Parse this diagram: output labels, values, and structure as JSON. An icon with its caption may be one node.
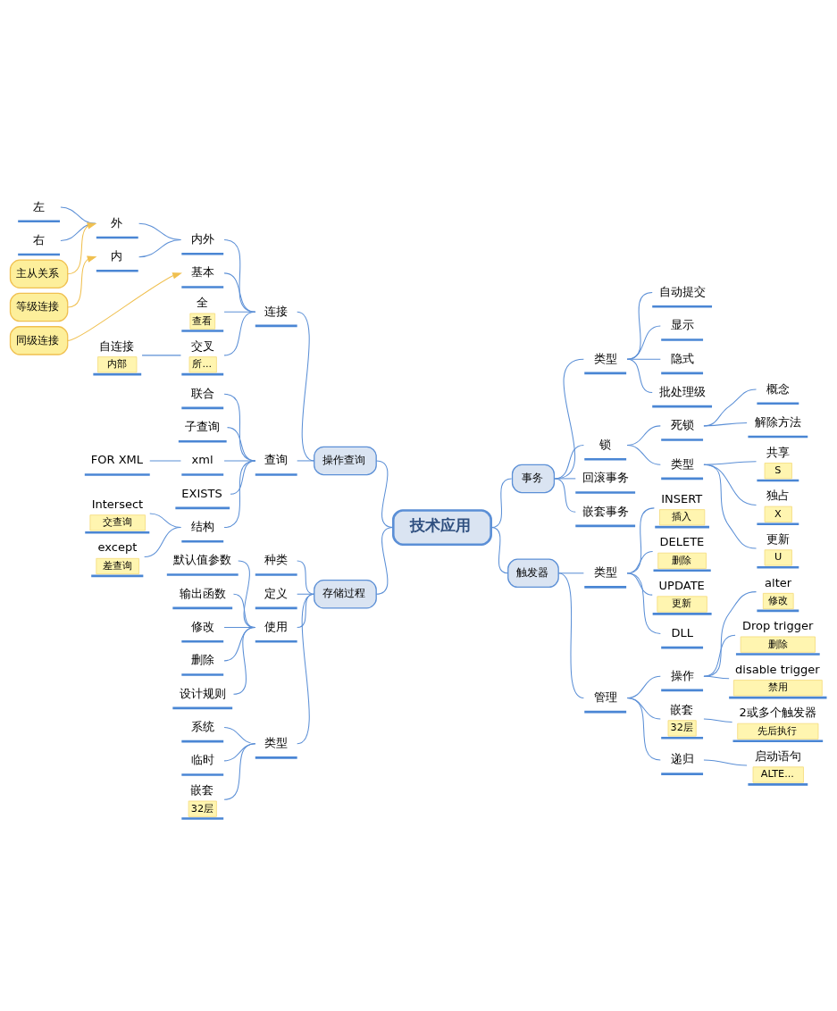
{
  "diagram": {
    "nodes": [
      {
        "text": [
          "技术应用"
        ]
      },
      {
        "text": [
          "操作查询"
        ]
      },
      {
        "text": [
          "连接"
        ]
      },
      {
        "text": [
          "内外"
        ]
      },
      {
        "text": [
          "外"
        ]
      },
      {
        "text": [
          "左"
        ]
      },
      {
        "text": [
          "右"
        ]
      },
      {
        "text": [
          "内"
        ]
      },
      {
        "text": [
          "基本"
        ]
      },
      {
        "text": [
          "全",
          "查看"
        ]
      },
      {
        "text": [
          "交叉",
          "所..."
        ]
      },
      {
        "text": [
          "自连接",
          "内部"
        ]
      },
      {
        "text": [
          "查询"
        ]
      },
      {
        "text": [
          "联合"
        ]
      },
      {
        "text": [
          "子查询"
        ]
      },
      {
        "text": [
          "xml"
        ]
      },
      {
        "text": [
          "FOR XML"
        ]
      },
      {
        "text": [
          "EXISTS"
        ]
      },
      {
        "text": [
          "结构"
        ]
      },
      {
        "text": [
          "Intersect",
          "交查询"
        ]
      },
      {
        "text": [
          "except",
          "差查询"
        ]
      },
      {
        "text": [
          "存储过程"
        ]
      },
      {
        "text": [
          "种类"
        ]
      },
      {
        "text": [
          "定义"
        ]
      },
      {
        "text": [
          "使用"
        ]
      },
      {
        "text": [
          "默认值参数"
        ]
      },
      {
        "text": [
          "输出函数"
        ]
      },
      {
        "text": [
          "修改"
        ]
      },
      {
        "text": [
          "删除"
        ]
      },
      {
        "text": [
          "设计规则"
        ]
      },
      {
        "text": [
          "类型"
        ]
      },
      {
        "text": [
          "系统"
        ]
      },
      {
        "text": [
          "临时"
        ]
      },
      {
        "text": [
          "嵌套",
          "32层"
        ]
      },
      {
        "text": [
          "事务"
        ]
      },
      {
        "text": [
          "类型"
        ]
      },
      {
        "text": [
          "自动提交"
        ]
      },
      {
        "text": [
          "显示"
        ]
      },
      {
        "text": [
          "隐式"
        ]
      },
      {
        "text": [
          "批处理级"
        ]
      },
      {
        "text": [
          "锁"
        ]
      },
      {
        "text": [
          "死锁"
        ]
      },
      {
        "text": [
          "概念"
        ]
      },
      {
        "text": [
          "解除方法"
        ]
      },
      {
        "text": [
          "类型"
        ]
      },
      {
        "text": [
          "共享",
          "S"
        ]
      },
      {
        "text": [
          "独占",
          "X"
        ]
      },
      {
        "text": [
          "更新",
          "U"
        ]
      },
      {
        "text": [
          "回滚事务"
        ]
      },
      {
        "text": [
          "嵌套事务"
        ]
      },
      {
        "text": [
          "触发器"
        ]
      },
      {
        "text": [
          "类型"
        ]
      },
      {
        "text": [
          "INSERT",
          "插入"
        ]
      },
      {
        "text": [
          "DELETE",
          "删除"
        ]
      },
      {
        "text": [
          "UPDATE",
          "更新"
        ]
      },
      {
        "text": [
          "DLL"
        ]
      },
      {
        "text": [
          "管理"
        ]
      },
      {
        "text": [
          "操作"
        ]
      },
      {
        "text": [
          "alter",
          "修改"
        ]
      },
      {
        "text": [
          "Drop trigger",
          "删除"
        ]
      },
      {
        "text": [
          "disable trigger",
          "禁用"
        ]
      },
      {
        "text": [
          "嵌套",
          "32层"
        ]
      },
      {
        "text": [
          "2或多个触发器",
          "先后执行"
        ]
      },
      {
        "text": [
          "递归"
        ]
      },
      {
        "text": [
          "启动语句",
          "ALTE..."
        ]
      },
      {
        "text": [
          "主从关系"
        ]
      },
      {
        "text": [
          "等级连接"
        ]
      },
      {
        "text": [
          "同级连接"
        ]
      }
    ],
    "edges": [
      {
        "from": 0,
        "to": 1,
        "arrow": "none"
      },
      {
        "from": 1,
        "to": 2,
        "arrow": "none"
      },
      {
        "from": 2,
        "to": 3,
        "arrow": "none"
      },
      {
        "from": 3,
        "to": 4,
        "arrow": "none"
      },
      {
        "from": 4,
        "to": 5,
        "arrow": "none"
      },
      {
        "from": 4,
        "to": 6,
        "arrow": "none"
      },
      {
        "from": 3,
        "to": 7,
        "arrow": "none"
      },
      {
        "from": 2,
        "to": 8,
        "arrow": "none"
      },
      {
        "from": 2,
        "to": 9,
        "arrow": "none"
      },
      {
        "from": 2,
        "to": 10,
        "arrow": "none"
      },
      {
        "from": 10,
        "to": 11,
        "arrow": "none"
      },
      {
        "from": 1,
        "to": 12,
        "arrow": "none"
      },
      {
        "from": 12,
        "to": 13,
        "arrow": "none"
      },
      {
        "from": 12,
        "to": 14,
        "arrow": "none"
      },
      {
        "from": 12,
        "to": 15,
        "arrow": "none"
      },
      {
        "from": 15,
        "to": 16,
        "arrow": "none"
      },
      {
        "from": 12,
        "to": 17,
        "arrow": "none"
      },
      {
        "from": 12,
        "to": 18,
        "arrow": "none"
      },
      {
        "from": 18,
        "to": 19,
        "arrow": "none"
      },
      {
        "from": 18,
        "to": 20,
        "arrow": "none"
      },
      {
        "from": 0,
        "to": 21,
        "arrow": "none"
      },
      {
        "from": 21,
        "to": 22,
        "arrow": "none"
      },
      {
        "from": 21,
        "to": 23,
        "arrow": "none"
      },
      {
        "from": 21,
        "to": 24,
        "arrow": "none"
      },
      {
        "from": 24,
        "to": 25,
        "arrow": "none"
      },
      {
        "from": 24,
        "to": 26,
        "arrow": "none"
      },
      {
        "from": 24,
        "to": 27,
        "arrow": "none"
      },
      {
        "from": 24,
        "to": 28,
        "arrow": "none"
      },
      {
        "from": 24,
        "to": 29,
        "arrow": "none"
      },
      {
        "from": 21,
        "to": 30,
        "arrow": "none"
      },
      {
        "from": 30,
        "to": 31,
        "arrow": "none"
      },
      {
        "from": 30,
        "to": 32,
        "arrow": "none"
      },
      {
        "from": 30,
        "to": 33,
        "arrow": "none"
      },
      {
        "from": 0,
        "to": 34,
        "arrow": "none"
      },
      {
        "from": 34,
        "to": 35,
        "arrow": "none"
      },
      {
        "from": 35,
        "to": 36,
        "arrow": "none"
      },
      {
        "from": 35,
        "to": 37,
        "arrow": "none"
      },
      {
        "from": 35,
        "to": 38,
        "arrow": "none"
      },
      {
        "from": 35,
        "to": 39,
        "arrow": "none"
      },
      {
        "from": 34,
        "to": 40,
        "arrow": "none"
      },
      {
        "from": 40,
        "to": 41,
        "arrow": "none"
      },
      {
        "from": 41,
        "to": 42,
        "arrow": "none"
      },
      {
        "from": 41,
        "to": 43,
        "arrow": "none"
      },
      {
        "from": 40,
        "to": 44,
        "arrow": "none"
      },
      {
        "from": 44,
        "to": 45,
        "arrow": "none"
      },
      {
        "from": 44,
        "to": 46,
        "arrow": "none"
      },
      {
        "from": 44,
        "to": 47,
        "arrow": "none"
      },
      {
        "from": 34,
        "to": 48,
        "arrow": "none"
      },
      {
        "from": 34,
        "to": 49,
        "arrow": "none"
      },
      {
        "from": 0,
        "to": 50,
        "arrow": "none"
      },
      {
        "from": 50,
        "to": 51,
        "arrow": "none"
      },
      {
        "from": 51,
        "to": 52,
        "arrow": "none"
      },
      {
        "from": 51,
        "to": 53,
        "arrow": "none"
      },
      {
        "from": 51,
        "to": 54,
        "arrow": "none"
      },
      {
        "from": 51,
        "to": 55,
        "arrow": "none"
      },
      {
        "from": 50,
        "to": 56,
        "arrow": "none"
      },
      {
        "from": 56,
        "to": 57,
        "arrow": "none"
      },
      {
        "from": 57,
        "to": 58,
        "arrow": "none"
      },
      {
        "from": 57,
        "to": 59,
        "arrow": "none"
      },
      {
        "from": 57,
        "to": 60,
        "arrow": "none"
      },
      {
        "from": 56,
        "to": 61,
        "arrow": "none"
      },
      {
        "from": 61,
        "to": 62,
        "arrow": "none"
      },
      {
        "from": 56,
        "to": 63,
        "arrow": "none"
      },
      {
        "from": 63,
        "to": 64,
        "arrow": "none"
      },
      {
        "from": 65,
        "to": 4,
        "arrow": "to",
        "color": "#f0c050"
      },
      {
        "from": 66,
        "to": 7,
        "arrow": "to",
        "color": "#f0c050"
      },
      {
        "from": 67,
        "to": 8,
        "arrow": "to",
        "color": "#f0c050"
      }
    ]
  }
}
